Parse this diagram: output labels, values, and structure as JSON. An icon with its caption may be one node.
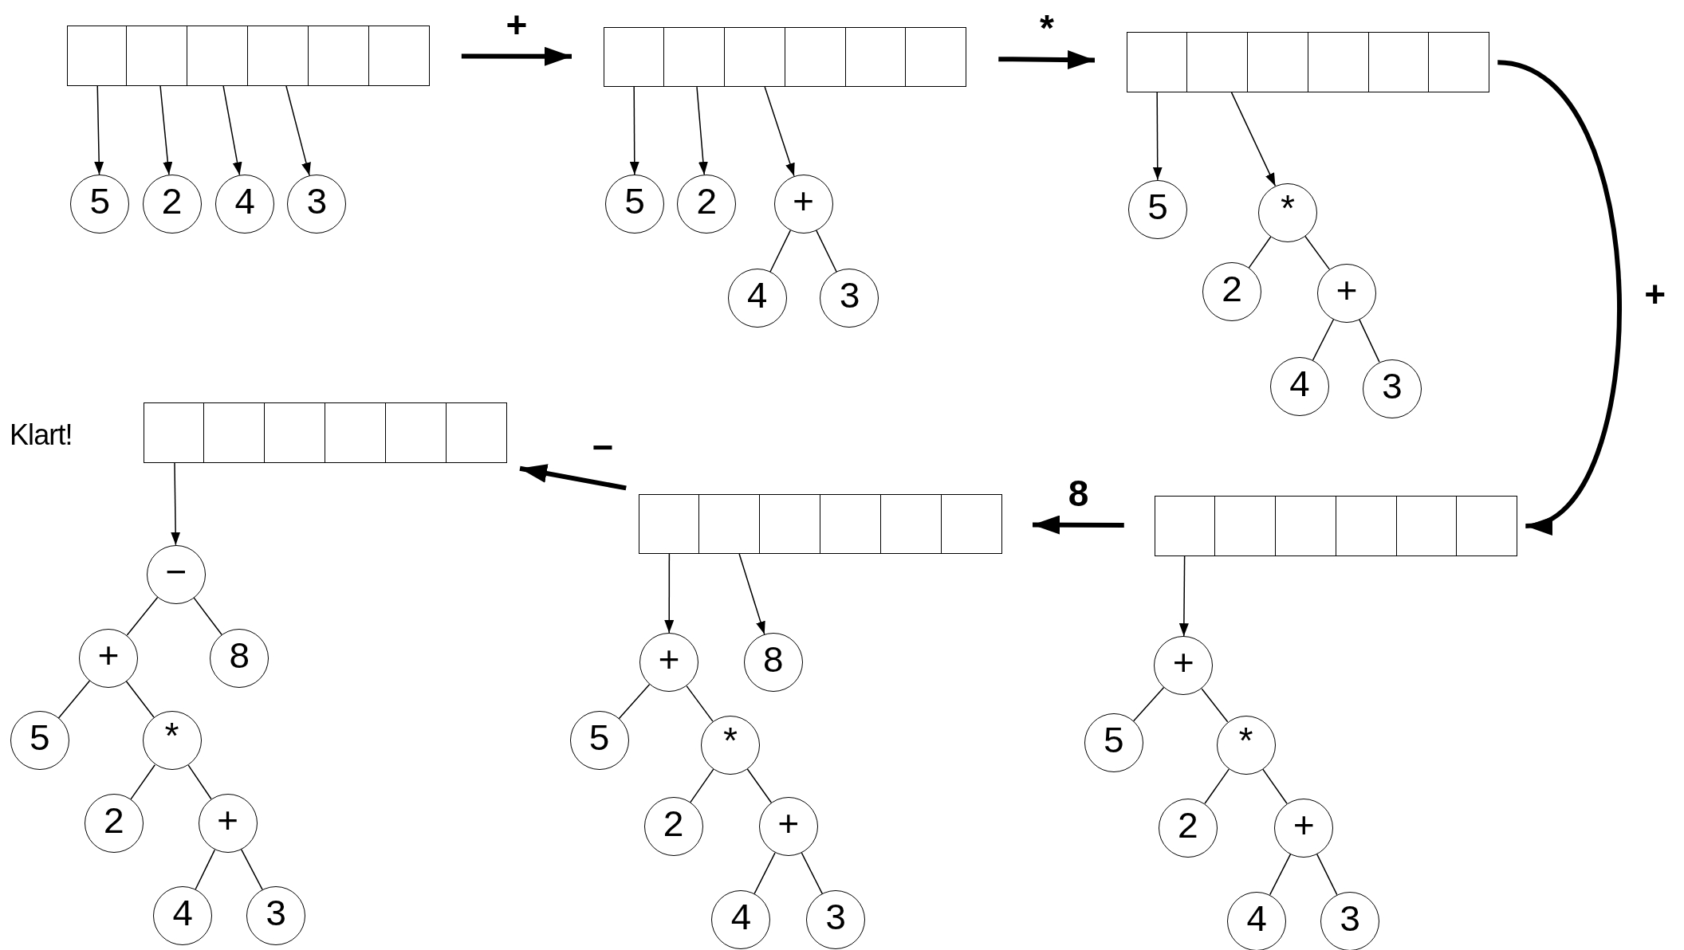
{
  "diagram": {
    "nodes": [
      {
        "text": [],
        "shape": "box"
      },
      {
        "text": [],
        "shape": "box",
        "in": 0
      },
      {
        "text": [],
        "shape": "box",
        "in": 0
      },
      {
        "text": [],
        "shape": "box",
        "in": 0
      },
      {
        "text": [],
        "shape": "box",
        "in": 0
      },
      {
        "text": [],
        "shape": "box",
        "in": 0
      },
      {
        "text": [],
        "shape": "box",
        "in": 0
      },
      {
        "text": [
          "5"
        ]
      },
      {
        "text": [
          "2"
        ]
      },
      {
        "text": [
          "4"
        ]
      },
      {
        "text": [
          "3"
        ]
      },
      {
        "text": [],
        "shape": "box"
      },
      {
        "text": [],
        "shape": "box",
        "in": 11
      },
      {
        "text": [],
        "shape": "box",
        "in": 11
      },
      {
        "text": [],
        "shape": "box",
        "in": 11
      },
      {
        "text": [],
        "shape": "box",
        "in": 11
      },
      {
        "text": [],
        "shape": "box",
        "in": 11
      },
      {
        "text": [],
        "shape": "box",
        "in": 11
      },
      {
        "text": [
          "5"
        ]
      },
      {
        "text": [
          "2"
        ]
      },
      {
        "text": [
          "+"
        ]
      },
      {
        "text": [
          "4"
        ]
      },
      {
        "text": [
          "3"
        ]
      },
      {
        "text": [],
        "shape": "box"
      },
      {
        "text": [],
        "shape": "box",
        "in": 23
      },
      {
        "text": [],
        "shape": "box",
        "in": 23
      },
      {
        "text": [],
        "shape": "box",
        "in": 23
      },
      {
        "text": [],
        "shape": "box",
        "in": 23
      },
      {
        "text": [],
        "shape": "box",
        "in": 23
      },
      {
        "text": [],
        "shape": "box",
        "in": 23
      },
      {
        "text": [
          "5"
        ]
      },
      {
        "text": [
          "*"
        ]
      },
      {
        "text": [
          "2"
        ]
      },
      {
        "text": [
          "+"
        ]
      },
      {
        "text": [
          "4"
        ]
      },
      {
        "text": [
          "3"
        ]
      },
      {
        "text": [],
        "shape": "box"
      },
      {
        "text": [],
        "shape": "box",
        "in": 36
      },
      {
        "text": [],
        "shape": "box",
        "in": 36
      },
      {
        "text": [],
        "shape": "box",
        "in": 36
      },
      {
        "text": [],
        "shape": "box",
        "in": 36
      },
      {
        "text": [],
        "shape": "box",
        "in": 36
      },
      {
        "text": [],
        "shape": "box",
        "in": 36
      },
      {
        "text": [
          "+"
        ]
      },
      {
        "text": [
          "5"
        ]
      },
      {
        "text": [
          "*"
        ]
      },
      {
        "text": [
          "2"
        ]
      },
      {
        "text": [
          "+"
        ]
      },
      {
        "text": [
          "4"
        ]
      },
      {
        "text": [
          "3"
        ]
      },
      {
        "text": [],
        "shape": "box"
      },
      {
        "text": [],
        "shape": "box",
        "in": 50
      },
      {
        "text": [],
        "shape": "box",
        "in": 50
      },
      {
        "text": [],
        "shape": "box",
        "in": 50
      },
      {
        "text": [],
        "shape": "box",
        "in": 50
      },
      {
        "text": [],
        "shape": "box",
        "in": 50
      },
      {
        "text": [],
        "shape": "box",
        "in": 50
      },
      {
        "text": [
          "+"
        ]
      },
      {
        "text": [
          "8"
        ]
      },
      {
        "text": [
          "5"
        ]
      },
      {
        "text": [
          "*"
        ]
      },
      {
        "text": [
          "2"
        ]
      },
      {
        "text": [
          "+"
        ]
      },
      {
        "text": [
          "4"
        ]
      },
      {
        "text": [
          "3"
        ]
      },
      {
        "text": [],
        "shape": "box"
      },
      {
        "text": [],
        "shape": "box",
        "in": 65
      },
      {
        "text": [],
        "shape": "box",
        "in": 65
      },
      {
        "text": [],
        "shape": "box",
        "in": 65
      },
      {
        "text": [],
        "shape": "box",
        "in": 65
      },
      {
        "text": [],
        "shape": "box",
        "in": 65
      },
      {
        "text": [],
        "shape": "box",
        "in": 65
      },
      {
        "text": [
          "−"
        ]
      },
      {
        "text": [
          "+"
        ]
      },
      {
        "text": [
          "8"
        ]
      },
      {
        "text": [
          "5"
        ]
      },
      {
        "text": [
          "*"
        ]
      },
      {
        "text": [
          "2"
        ]
      },
      {
        "text": [
          "+"
        ]
      },
      {
        "text": [
          "4"
        ]
      },
      {
        "text": [
          "3"
        ]
      }
    ],
    "edges": [
      {
        "from": 1,
        "to": 7,
        "arrow": "to"
      },
      {
        "from": 2,
        "to": 8,
        "arrow": "to"
      },
      {
        "from": 3,
        "to": 9,
        "arrow": "to"
      },
      {
        "from": 4,
        "to": 10,
        "arrow": "to"
      },
      {
        "from": 0,
        "to": 11,
        "arrow": "to",
        "label": "+",
        "style": "thick"
      },
      {
        "from": 12,
        "to": 18,
        "arrow": "to"
      },
      {
        "from": 13,
        "to": 19,
        "arrow": "to"
      },
      {
        "from": 14,
        "to": 20,
        "arrow": "to"
      },
      {
        "from": 20,
        "to": 21,
        "arrow": "none"
      },
      {
        "from": 20,
        "to": 22,
        "arrow": "none"
      },
      {
        "from": 11,
        "to": 23,
        "arrow": "to",
        "label": "*",
        "style": "thick"
      },
      {
        "from": 24,
        "to": 30,
        "arrow": "to"
      },
      {
        "from": 25,
        "to": 31,
        "arrow": "to"
      },
      {
        "from": 31,
        "to": 32,
        "arrow": "none"
      },
      {
        "from": 31,
        "to": 33,
        "arrow": "none"
      },
      {
        "from": 33,
        "to": 34,
        "arrow": "none"
      },
      {
        "from": 33,
        "to": 35,
        "arrow": "none"
      },
      {
        "from": 23,
        "to": 36,
        "arrow": "to",
        "label": "+",
        "style": "thick"
      },
      {
        "from": 37,
        "to": 43,
        "arrow": "to"
      },
      {
        "from": 43,
        "to": 44,
        "arrow": "none"
      },
      {
        "from": 43,
        "to": 45,
        "arrow": "none"
      },
      {
        "from": 45,
        "to": 46,
        "arrow": "none"
      },
      {
        "from": 45,
        "to": 47,
        "arrow": "none"
      },
      {
        "from": 47,
        "to": 48,
        "arrow": "none"
      },
      {
        "from": 47,
        "to": 49,
        "arrow": "none"
      },
      {
        "from": 36,
        "to": 50,
        "arrow": "to",
        "label": "8",
        "style": "thick"
      },
      {
        "from": 51,
        "to": 57,
        "arrow": "to"
      },
      {
        "from": 52,
        "to": 58,
        "arrow": "to"
      },
      {
        "from": 57,
        "to": 59,
        "arrow": "none"
      },
      {
        "from": 57,
        "to": 60,
        "arrow": "none"
      },
      {
        "from": 60,
        "to": 61,
        "arrow": "none"
      },
      {
        "from": 60,
        "to": 62,
        "arrow": "none"
      },
      {
        "from": 62,
        "to": 63,
        "arrow": "none"
      },
      {
        "from": 62,
        "to": 64,
        "arrow": "none"
      },
      {
        "from": 50,
        "to": 65,
        "arrow": "to",
        "label": "−",
        "style": "thick"
      },
      {
        "from": 66,
        "to": 72,
        "arrow": "to"
      },
      {
        "from": 72,
        "to": 73,
        "arrow": "none"
      },
      {
        "from": 72,
        "to": 74,
        "arrow": "none"
      },
      {
        "from": 73,
        "to": 75,
        "arrow": "none"
      },
      {
        "from": 73,
        "to": 76,
        "arrow": "none"
      },
      {
        "from": 76,
        "to": 77,
        "arrow": "none"
      },
      {
        "from": 76,
        "to": 78,
        "arrow": "none"
      },
      {
        "from": 78,
        "to": 79,
        "arrow": "none"
      },
      {
        "from": 78,
        "to": 80,
        "arrow": "none"
      }
    ],
    "labels": [
      "Klart!"
    ]
  }
}
